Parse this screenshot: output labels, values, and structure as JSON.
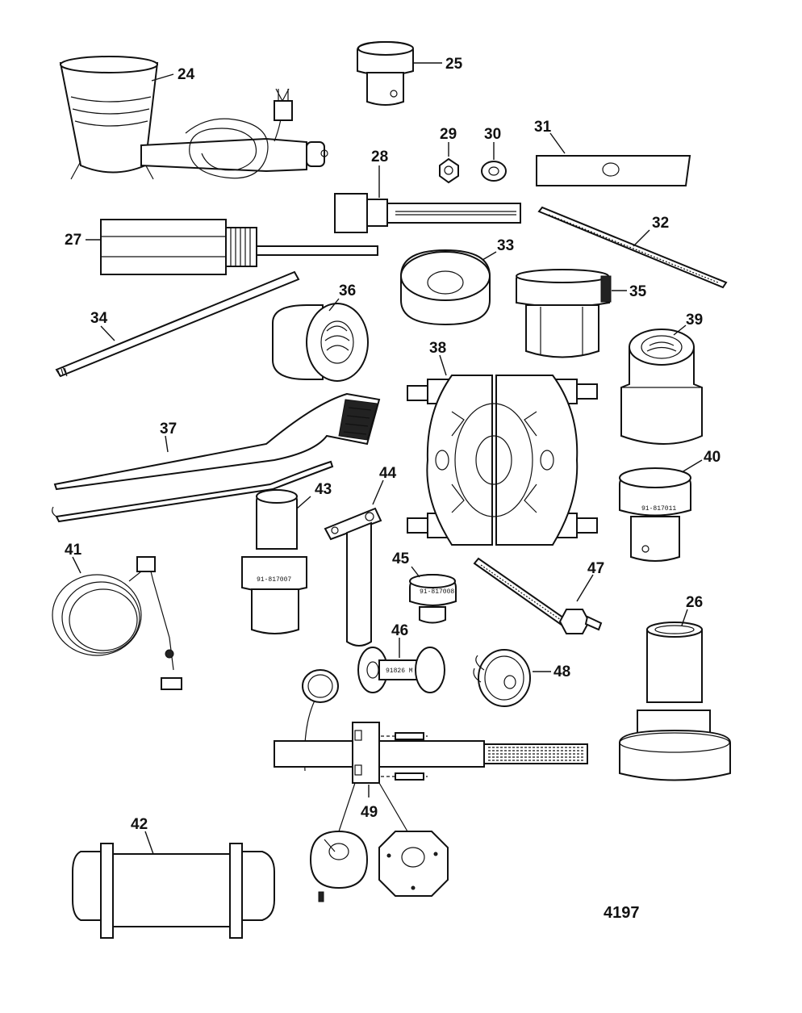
{
  "callouts": {
    "c24": "24",
    "c25": "25",
    "c26": "26",
    "c27": "27",
    "c28": "28",
    "c29": "29",
    "c30": "30",
    "c31": "31",
    "c32": "32",
    "c33": "33",
    "c34": "34",
    "c35": "35",
    "c36": "36",
    "c37": "37",
    "c38": "38",
    "c39": "39",
    "c40": "40",
    "c41": "41",
    "c42": "42",
    "c43": "43",
    "c44": "44",
    "c45": "45",
    "c46": "46",
    "c47": "47",
    "c48": "48",
    "c49": "49"
  },
  "stamps": {
    "s40": "91-817011",
    "s43": "91-817007",
    "s45": "91-817008",
    "s46": "91826 M"
  },
  "figure_number": "4197"
}
